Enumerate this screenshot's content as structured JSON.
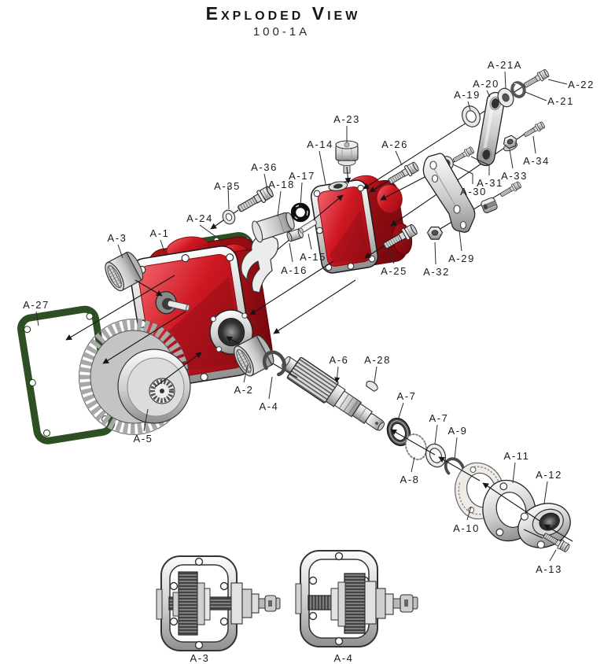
{
  "title": {
    "heading": "Exploded View",
    "model": "100-1A"
  },
  "colors": {
    "housing_red": "#cf1722",
    "housing_red_light": "#f2656c",
    "housing_red_dark": "#8f0d14",
    "gasket_green": "#2c4f24",
    "metal_light": "#f4f4f4",
    "metal_dark": "#909090",
    "outline": "#1c1c1c",
    "label_text": "#1a1a1a",
    "background": "#ffffff"
  },
  "callouts": {
    "a1": "A-1",
    "a2": "A-2",
    "a3": "A-3",
    "a4": "A-4",
    "a5": "A-5",
    "a6": "A-6",
    "a7_upper": "A-7",
    "a7_lower": "A-7",
    "a8": "A-8",
    "a9": "A-9",
    "a10": "A-10",
    "a11": "A-11",
    "a12": "A-12",
    "a13": "A-13",
    "a14": "A-14",
    "a15": "A-15",
    "a16": "A-16",
    "a17": "A-17",
    "a18": "A-18",
    "a19": "A-19",
    "a20": "A-20",
    "a21": "A-21",
    "a21a": "A-21A",
    "a22": "A-22",
    "a23": "A-23",
    "a24": "A-24",
    "a25": "A-25",
    "a26": "A-26",
    "a27": "A-27",
    "a28": "A-28",
    "a29": "A-29",
    "a30": "A-30",
    "a31": "A-31",
    "a32": "A-32",
    "a33": "A-33",
    "a34": "A-34",
    "a35": "A-35",
    "a36": "A-36"
  },
  "insets": {
    "left_caption": "A-3",
    "right_caption": "A-4"
  }
}
